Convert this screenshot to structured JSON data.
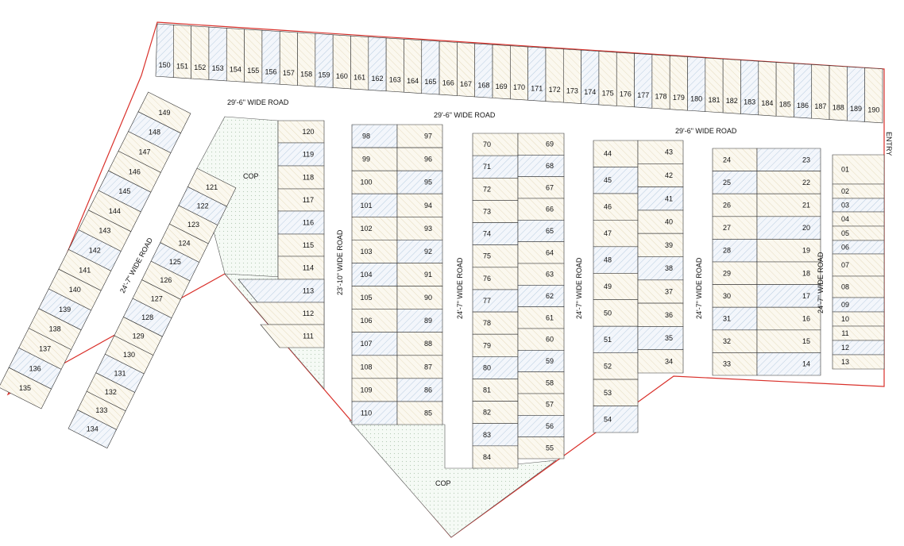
{
  "roads": {
    "top_left": "29'-6\" WIDE ROAD",
    "top_mid": "29'-6\" WIDE ROAD",
    "top_right": "29'-6\" WIDE ROAD",
    "left": "24'-7\" WIDE ROAD",
    "v1": "23'-10\" WIDE ROAD",
    "v2": "24'-7\" WIDE ROAD",
    "v3": "24'-7\" WIDE ROAD",
    "v4": "24'-7\" WIDE ROAD",
    "v5": "24'-7\" WIDE ROAD"
  },
  "entry": "ENTRY",
  "cop": {
    "upper": "COP",
    "lower": "COP"
  },
  "plots": {
    "top_row": [
      "150",
      "151",
      "152",
      "153",
      "154",
      "155",
      "156",
      "157",
      "158",
      "159",
      "160",
      "161",
      "162",
      "163",
      "164",
      "165",
      "166",
      "167",
      "168",
      "169",
      "170",
      "171",
      "172",
      "173",
      "174",
      "175",
      "176",
      "177",
      "178",
      "179",
      "180",
      "181",
      "182",
      "183",
      "184",
      "185",
      "186",
      "187",
      "188",
      "189",
      "190"
    ],
    "block_a": [
      "120",
      "119",
      "118",
      "117",
      "116",
      "115",
      "114",
      "113",
      "112",
      "111"
    ],
    "block_b_left": [
      "98",
      "99",
      "100",
      "101",
      "102",
      "103",
      "104",
      "105",
      "106",
      "107",
      "108",
      "109",
      "110"
    ],
    "block_b_right": [
      "97",
      "96",
      "95",
      "94",
      "93",
      "92",
      "91",
      "90",
      "89",
      "88",
      "87",
      "86",
      "85"
    ],
    "block_c_left": [
      "70",
      "71",
      "72",
      "73",
      "74",
      "75",
      "76",
      "77",
      "78",
      "79",
      "80",
      "81",
      "82",
      "83",
      "84"
    ],
    "block_c_right": [
      "69",
      "68",
      "67",
      "66",
      "65",
      "64",
      "63",
      "62",
      "61",
      "60",
      "59",
      "58",
      "57",
      "56",
      "55"
    ],
    "block_d_left": [
      "44",
      "45",
      "46",
      "47",
      "48",
      "49",
      "50",
      "51",
      "52",
      "53",
      "54"
    ],
    "block_d_right": [
      "43",
      "42",
      "41",
      "40",
      "39",
      "38",
      "37",
      "36",
      "35",
      "34"
    ],
    "block_e_left": [
      "24",
      "25",
      "26",
      "27",
      "28",
      "29",
      "30",
      "31",
      "32",
      "33"
    ],
    "block_e_right": [
      "23",
      "22",
      "21",
      "20",
      "19",
      "18",
      "17",
      "16",
      "15",
      "14"
    ],
    "block_f": [
      "01",
      "02",
      "03",
      "04",
      "05",
      "06",
      "07",
      "08",
      "09",
      "10",
      "11",
      "12",
      "13"
    ],
    "diag_outer": [
      "149",
      "148",
      "147",
      "146",
      "145",
      "144",
      "143",
      "142",
      "141",
      "140",
      "139",
      "138",
      "137",
      "136",
      "135"
    ],
    "diag_inner": [
      "121",
      "122",
      "123",
      "124",
      "125",
      "126",
      "127",
      "128",
      "129",
      "130",
      "131",
      "132",
      "133",
      "134"
    ]
  }
}
